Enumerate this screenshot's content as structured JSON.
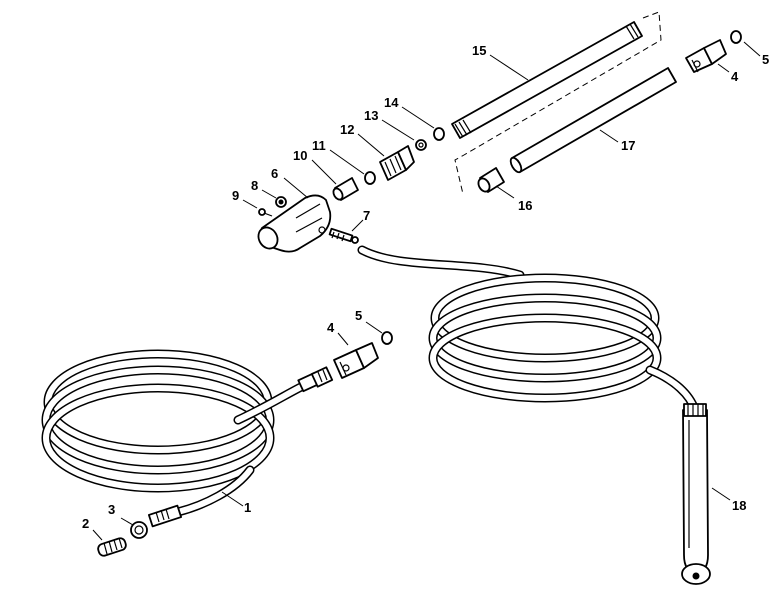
{
  "diagram": {
    "callouts": [
      {
        "id": "c1",
        "label": "1"
      },
      {
        "id": "c2",
        "label": "2"
      },
      {
        "id": "c3",
        "label": "3"
      },
      {
        "id": "c4a",
        "label": "4"
      },
      {
        "id": "c5a",
        "label": "5"
      },
      {
        "id": "c4b",
        "label": "4"
      },
      {
        "id": "c5b",
        "label": "5"
      },
      {
        "id": "c6",
        "label": "6"
      },
      {
        "id": "c7",
        "label": "7"
      },
      {
        "id": "c8",
        "label": "8"
      },
      {
        "id": "c9",
        "label": "9"
      },
      {
        "id": "c10",
        "label": "10"
      },
      {
        "id": "c11",
        "label": "11"
      },
      {
        "id": "c12",
        "label": "12"
      },
      {
        "id": "c13",
        "label": "13"
      },
      {
        "id": "c14",
        "label": "14"
      },
      {
        "id": "c15",
        "label": "15"
      },
      {
        "id": "c16",
        "label": "16"
      },
      {
        "id": "c17",
        "label": "17"
      },
      {
        "id": "c18",
        "label": "18"
      }
    ]
  }
}
